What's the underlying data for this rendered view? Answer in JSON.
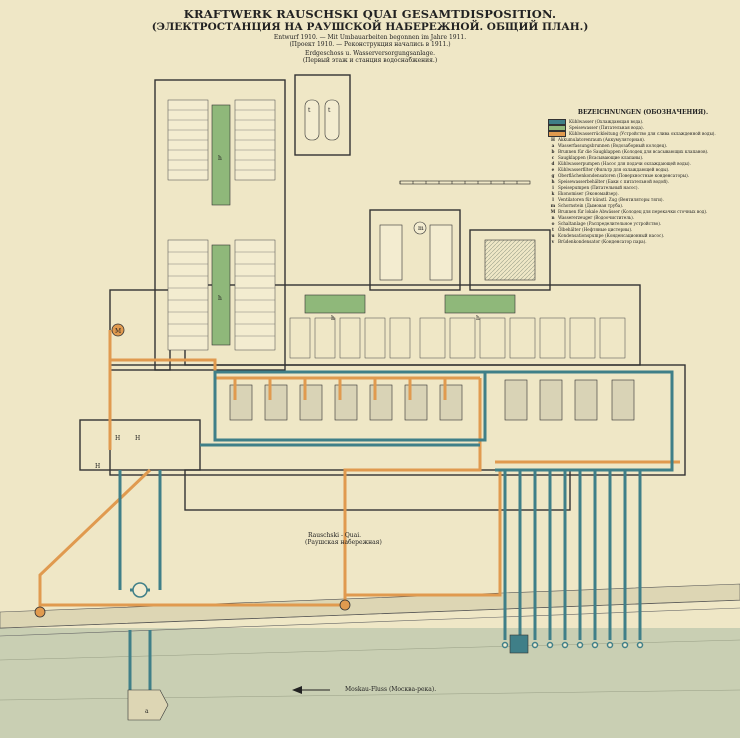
{
  "title": "KRAFTWERK RAUSCHSKI QUAI GESAMTDISPOSITION.",
  "title_ru": "(ЭЛЕКТРОСТАНЦИЯ НА РАУШСКОЙ НАБЕРЕЖНОЙ. ОБЩИЙ ПЛАН.)",
  "sub1": "Entwurf 1910. — Mit Umbauarbeiten begonnen im Jahre 1911.",
  "sub2": "(Проект 1910. — Реконструкция начались в 1911.)",
  "sub3": "Erdgeschoss u. Wasserversorgungsanlage.",
  "sub4": "(Первый этаж и станция водоснабжения.)",
  "quay_label": "Rauschski - Quai.",
  "quay_label_ru": "(Раушская набережная)",
  "river_label": "Moskau-Fluss (Москва-река).",
  "legend": {
    "heading": "BEZEICHNUNGEN (ОБОЗНАЧЕНИЯ).",
    "colors": [
      "#3f7f88",
      "#8fb87a",
      "#e09a4f"
    ],
    "items": [
      {
        "type": "swatch",
        "color": "#3f7f88",
        "text": "Kühlwasser (Охлаждающая вода)."
      },
      {
        "type": "swatch",
        "color": "#8fb87a",
        "text": "Speisewasser (Питательная вода)."
      },
      {
        "type": "swatch",
        "color": "#e09a4f",
        "text": "Kühlwasserrückleitung (Устройство для слива охлажденной воды)."
      },
      {
        "type": "key",
        "key": "H",
        "text": "Akkumulatorenraum (Аккумуляторная)."
      },
      {
        "type": "key",
        "key": "a",
        "text": "Wasserfassungsbrunnen (Водозаборный колодец)."
      },
      {
        "type": "key",
        "key": "b",
        "text": "Brunnen für die Saugklappen (Колодец для всасывающих клапанов)."
      },
      {
        "type": "key",
        "key": "c",
        "text": "Saugklappen (Всасывающие клапаны)."
      },
      {
        "type": "key",
        "key": "d",
        "text": "Kühlwasserpumpen (Насос для подачи охлаждающей воды)."
      },
      {
        "type": "key",
        "key": "e",
        "text": "Kühlwasserfilter (Фильтр для охлаждающей воды)."
      },
      {
        "type": "key",
        "key": "g",
        "text": "Oberflächenkondensatoren (Поверхностные конденсаторы)."
      },
      {
        "type": "key",
        "key": "h",
        "text": "Speisewasserbehälter (Баки с питательной водой)."
      },
      {
        "type": "key",
        "key": "i",
        "text": "Speisepumpen (Питательный насос)."
      },
      {
        "type": "key",
        "key": "k",
        "text": "Ekonomiser (Экономайзер)."
      },
      {
        "type": "key",
        "key": "l",
        "text": "Ventilatoren für künstl. Zug (Вентиляторы тяги)."
      },
      {
        "type": "key",
        "key": "m",
        "text": "Schornstein (Дымовая труба)."
      },
      {
        "type": "key",
        "key": "M",
        "text": "Brunnen für lokale Abwässer (Колодец для перекачки сточных вод)."
      },
      {
        "type": "key",
        "key": "n",
        "text": "Wassererzeuger (Водоочиститель)."
      },
      {
        "type": "key",
        "key": "o",
        "text": "Schaltanlage (Распределительное устройство)."
      },
      {
        "type": "key",
        "key": "t",
        "text": "Ölbehälter (Нефтяные цистерны)."
      },
      {
        "type": "key",
        "key": "u",
        "text": "Kondensationspumpe (Конденсационный насос)."
      },
      {
        "type": "key",
        "key": "v",
        "text": "Brüdenkondensator (Конденсатор пара)."
      }
    ]
  },
  "marks": {
    "h": "h",
    "H": "H",
    "t": "t",
    "m": "m",
    "a": "a",
    "M": "M"
  },
  "colors": {
    "paper": "#efe7c6",
    "line": "#333333",
    "cooling": "#3f7f88",
    "feed": "#8fb87a",
    "return": "#e09a4f",
    "river": "#b9c4a8"
  }
}
